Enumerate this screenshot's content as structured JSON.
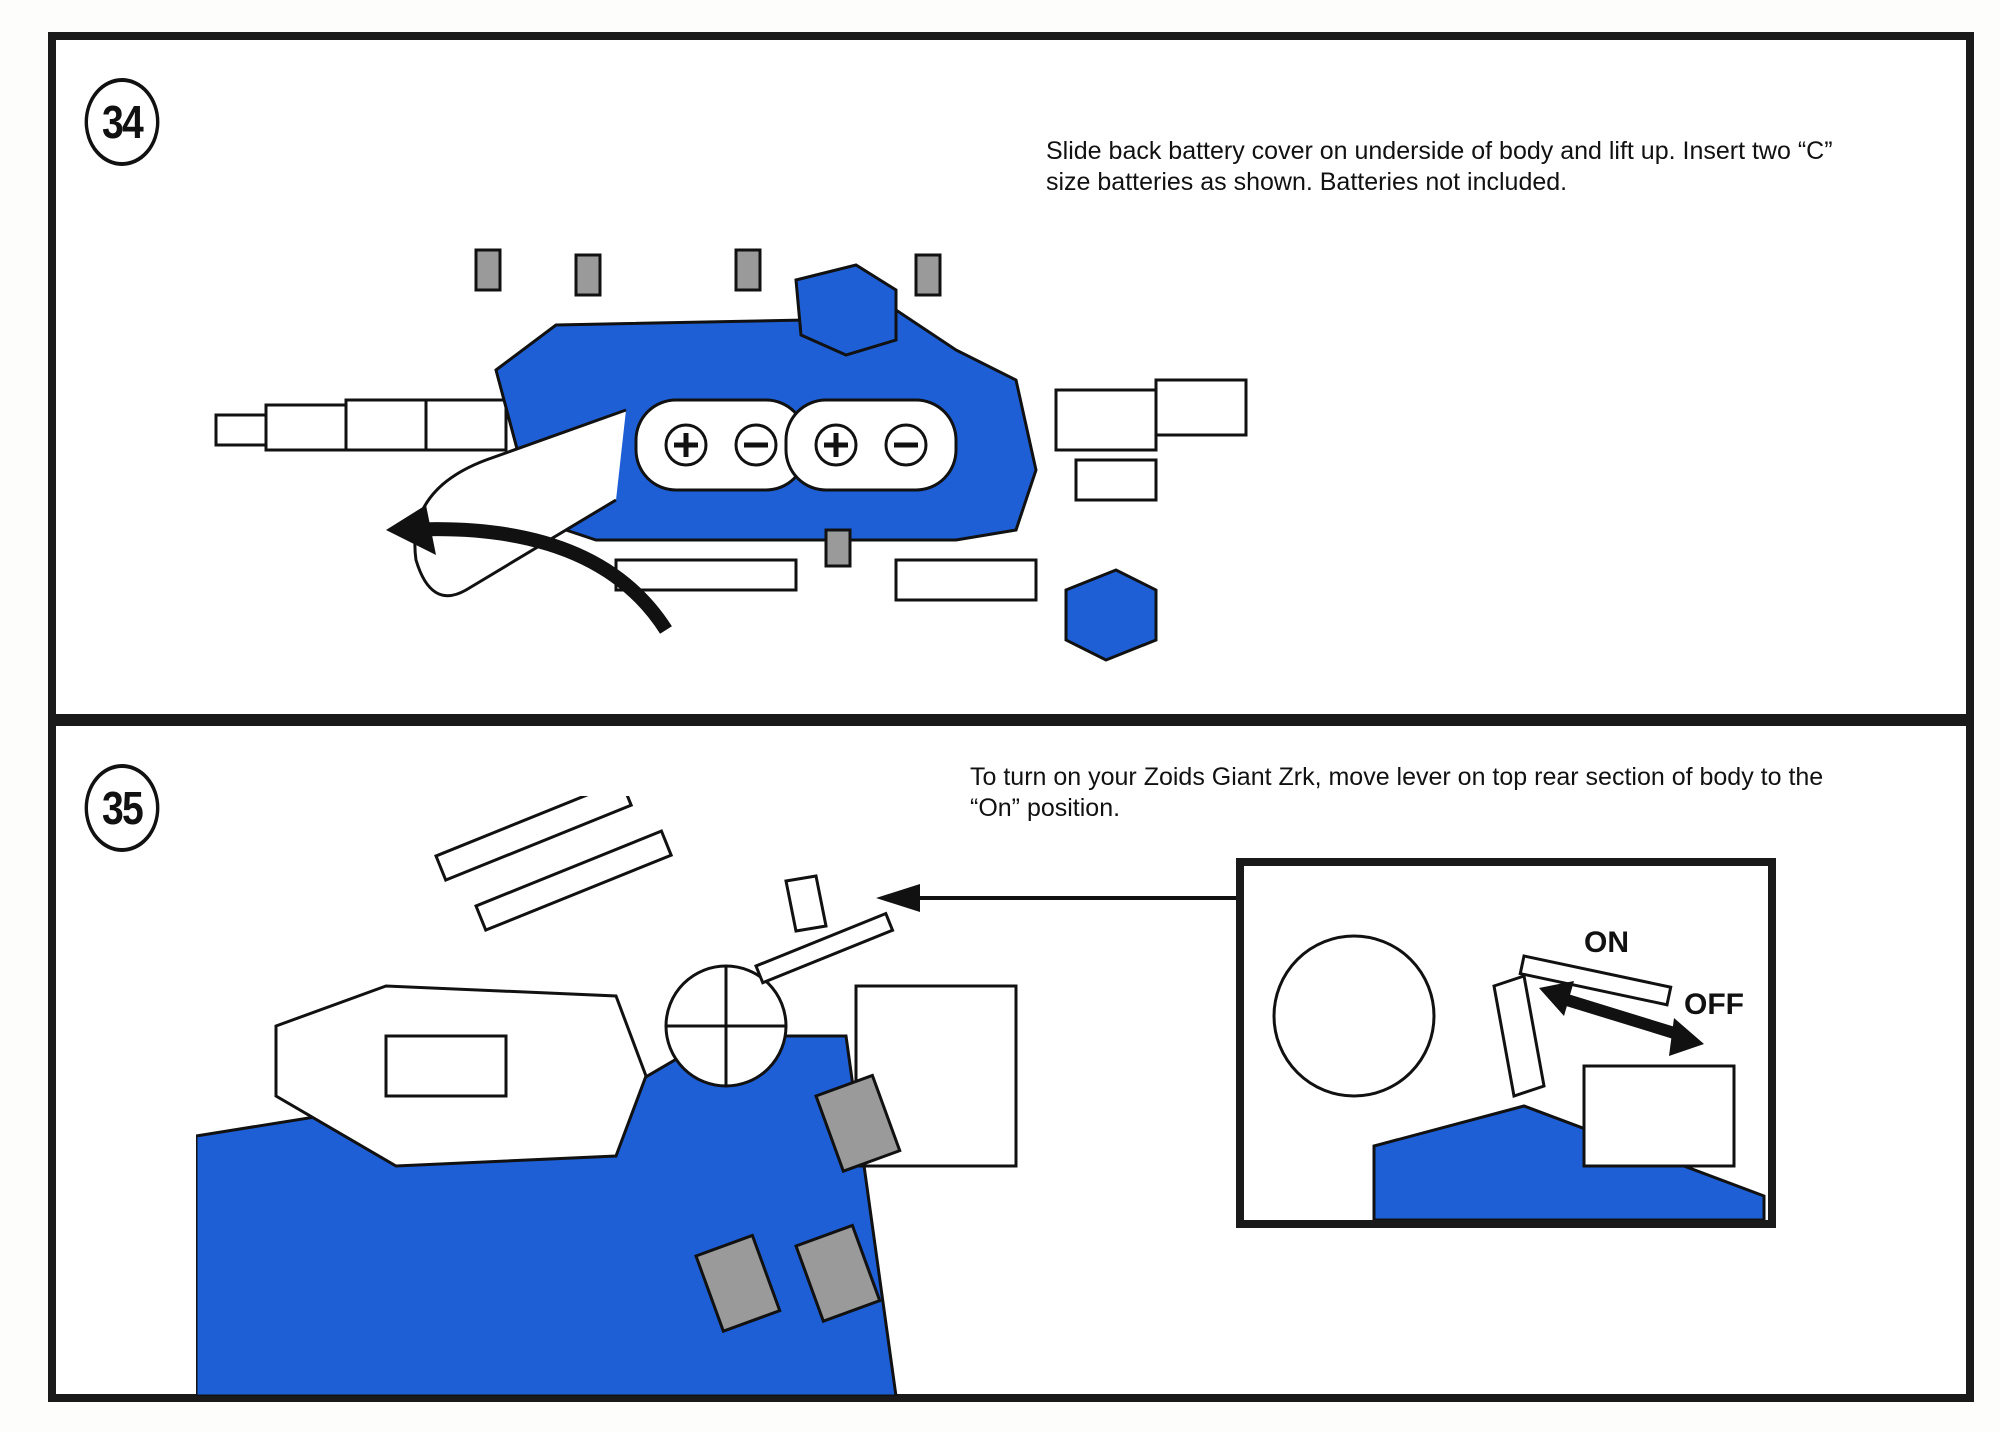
{
  "steps": [
    {
      "number": "34",
      "text_lines": [
        "Slide back battery cover on underside of body and lift up. Insert two “C”",
        "size batteries as shown. Batteries not included."
      ],
      "illustration": "battery-compartment"
    },
    {
      "number": "35",
      "text_lines": [
        "To turn on your Zoids Giant Zrk, move lever on top rear section of body to the",
        "“On” position."
      ],
      "illustration": "power-lever",
      "inset": {
        "on_label": "ON",
        "off_label": "OFF"
      }
    }
  ],
  "colors": {
    "blue": "#1f5fd6",
    "ink": "#111111",
    "grey": "#9a9a9a"
  }
}
